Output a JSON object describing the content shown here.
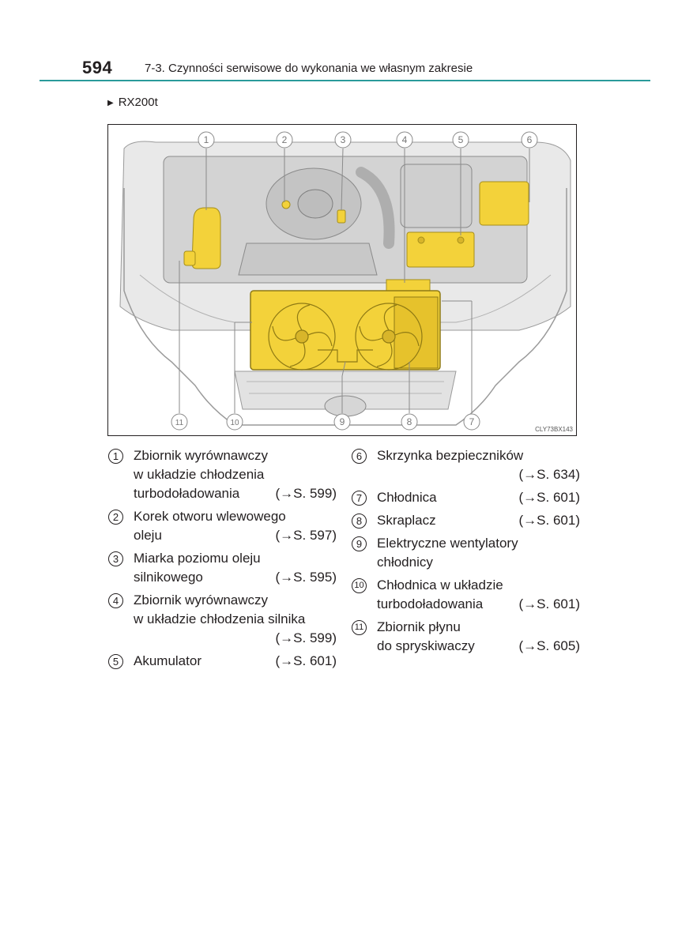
{
  "header": {
    "page_number": "594",
    "section_title": "7-3. Czynności serwisowe do wykonania we własnym zakresie"
  },
  "model_label": "RX200t",
  "figure": {
    "code": "CLY73BX143",
    "callout_numbers": [
      "1",
      "2",
      "3",
      "4",
      "5",
      "6",
      "7",
      "8",
      "9",
      "10",
      "11"
    ]
  },
  "legend": [
    {
      "num": "1",
      "lines": [
        "Zbiornik wyrównawczy",
        "w układzie chłodzenia",
        "turbodoładowania"
      ],
      "ref": "(→S. 599)",
      "ref_mode": "inline"
    },
    {
      "num": "2",
      "lines": [
        "Korek otworu wlewowego",
        "oleju"
      ],
      "ref": "(→S. 597)",
      "ref_mode": "inline"
    },
    {
      "num": "3",
      "lines": [
        "Miarka poziomu oleju",
        "silnikowego"
      ],
      "ref": "(→S. 595)",
      "ref_mode": "inline"
    },
    {
      "num": "4",
      "lines": [
        "Zbiornik wyrównawczy",
        "w układzie chłodzenia silnika"
      ],
      "ref": "(→S. 599)",
      "ref_mode": "newline"
    },
    {
      "num": "5",
      "lines": [
        "Akumulator"
      ],
      "ref": "(→S. 601)",
      "ref_mode": "inline"
    },
    {
      "num": "6",
      "lines": [
        "Skrzynka bezpieczników"
      ],
      "ref": "(→S. 634)",
      "ref_mode": "newline"
    },
    {
      "num": "7",
      "lines": [
        "Chłodnica"
      ],
      "ref": "(→S. 601)",
      "ref_mode": "inline"
    },
    {
      "num": "8",
      "lines": [
        "Skraplacz"
      ],
      "ref": "(→S. 601)",
      "ref_mode": "inline"
    },
    {
      "num": "9",
      "lines": [
        "Elektryczne wentylatory",
        "chłodnicy"
      ],
      "ref": "",
      "ref_mode": "none"
    },
    {
      "num": "10",
      "lines": [
        "Chłodnica w układzie",
        "turbodoładowania"
      ],
      "ref": "(→S. 601)",
      "ref_mode": "inline"
    },
    {
      "num": "11",
      "lines": [
        "Zbiornik płynu",
        "do spryskiwaczy"
      ],
      "ref": "(→S. 605)",
      "ref_mode": "inline"
    }
  ],
  "colors": {
    "accent_rule": "#2a9a9a",
    "highlight_yellow": "#f3d23a",
    "callout_gray": "#8a8a8a"
  }
}
